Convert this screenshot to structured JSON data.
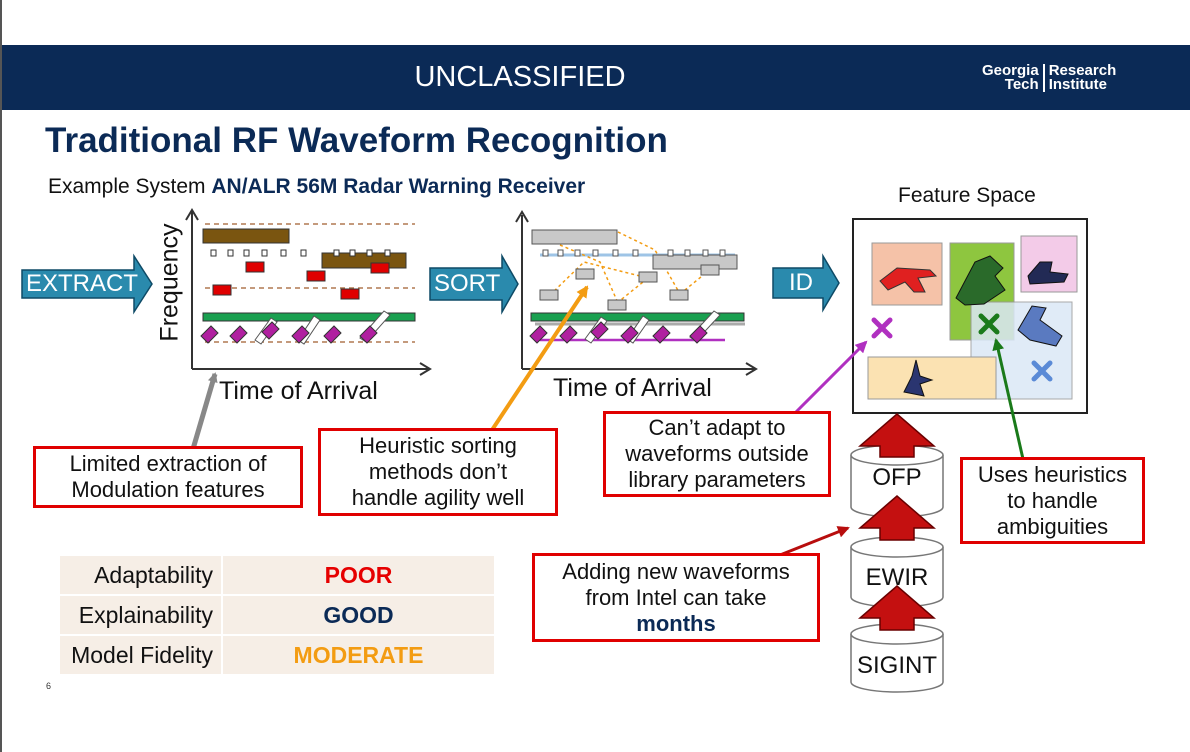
{
  "banner": {
    "classification": "UNCLASSIFIED",
    "logo_left": "Georgia Tech",
    "logo_left_1": "Georgia",
    "logo_left_2": "Tech",
    "logo_right_1": "Research",
    "logo_right_2": "Institute"
  },
  "title": "Traditional RF Waveform Recognition",
  "subtitle": {
    "prefix": "Example System ",
    "system": "AN/ALR 56M Radar Warning Receiver"
  },
  "stages": {
    "extract": "EXTRACT",
    "sort": "SORT",
    "id": "ID"
  },
  "plots": {
    "ylabel": "Frequency",
    "xlabel_1": "Time of Arrival",
    "xlabel_2": "Time of Arrival"
  },
  "feature_space": {
    "label": "Feature Space"
  },
  "databases": {
    "top": "OFP",
    "middle": "EWIR",
    "bottom": "SIGINT"
  },
  "callouts": {
    "extraction_1": "Limited extraction of",
    "extraction_2": "Modulation features",
    "sorting_1": "Heuristic sorting",
    "sorting_2": "methods don’t",
    "sorting_3": "handle agility well",
    "adapt_1": "Can’t adapt to",
    "adapt_2": "waveforms outside",
    "adapt_3": "library parameters",
    "heuristics_1": "Uses heuristics",
    "heuristics_2": "to handle",
    "heuristics_3": "ambiguities",
    "adding_1": "Adding new waveforms",
    "adding_2": "from Intel can take",
    "adding_3": "months"
  },
  "ratings": [
    {
      "label": "Adaptability",
      "value": "POOR",
      "color": "#e60000"
    },
    {
      "label": "Explainability",
      "value": "GOOD",
      "color": "#0b2a56"
    },
    {
      "label": "Model Fidelity",
      "value": "MODERATE",
      "color": "#f39c12"
    }
  ],
  "page_number": "6",
  "colors": {
    "navy": "#0b2a56",
    "stage_arrow": "#2a8aad",
    "callout_border": "#e00000",
    "dark_red": "#b80d0d"
  }
}
